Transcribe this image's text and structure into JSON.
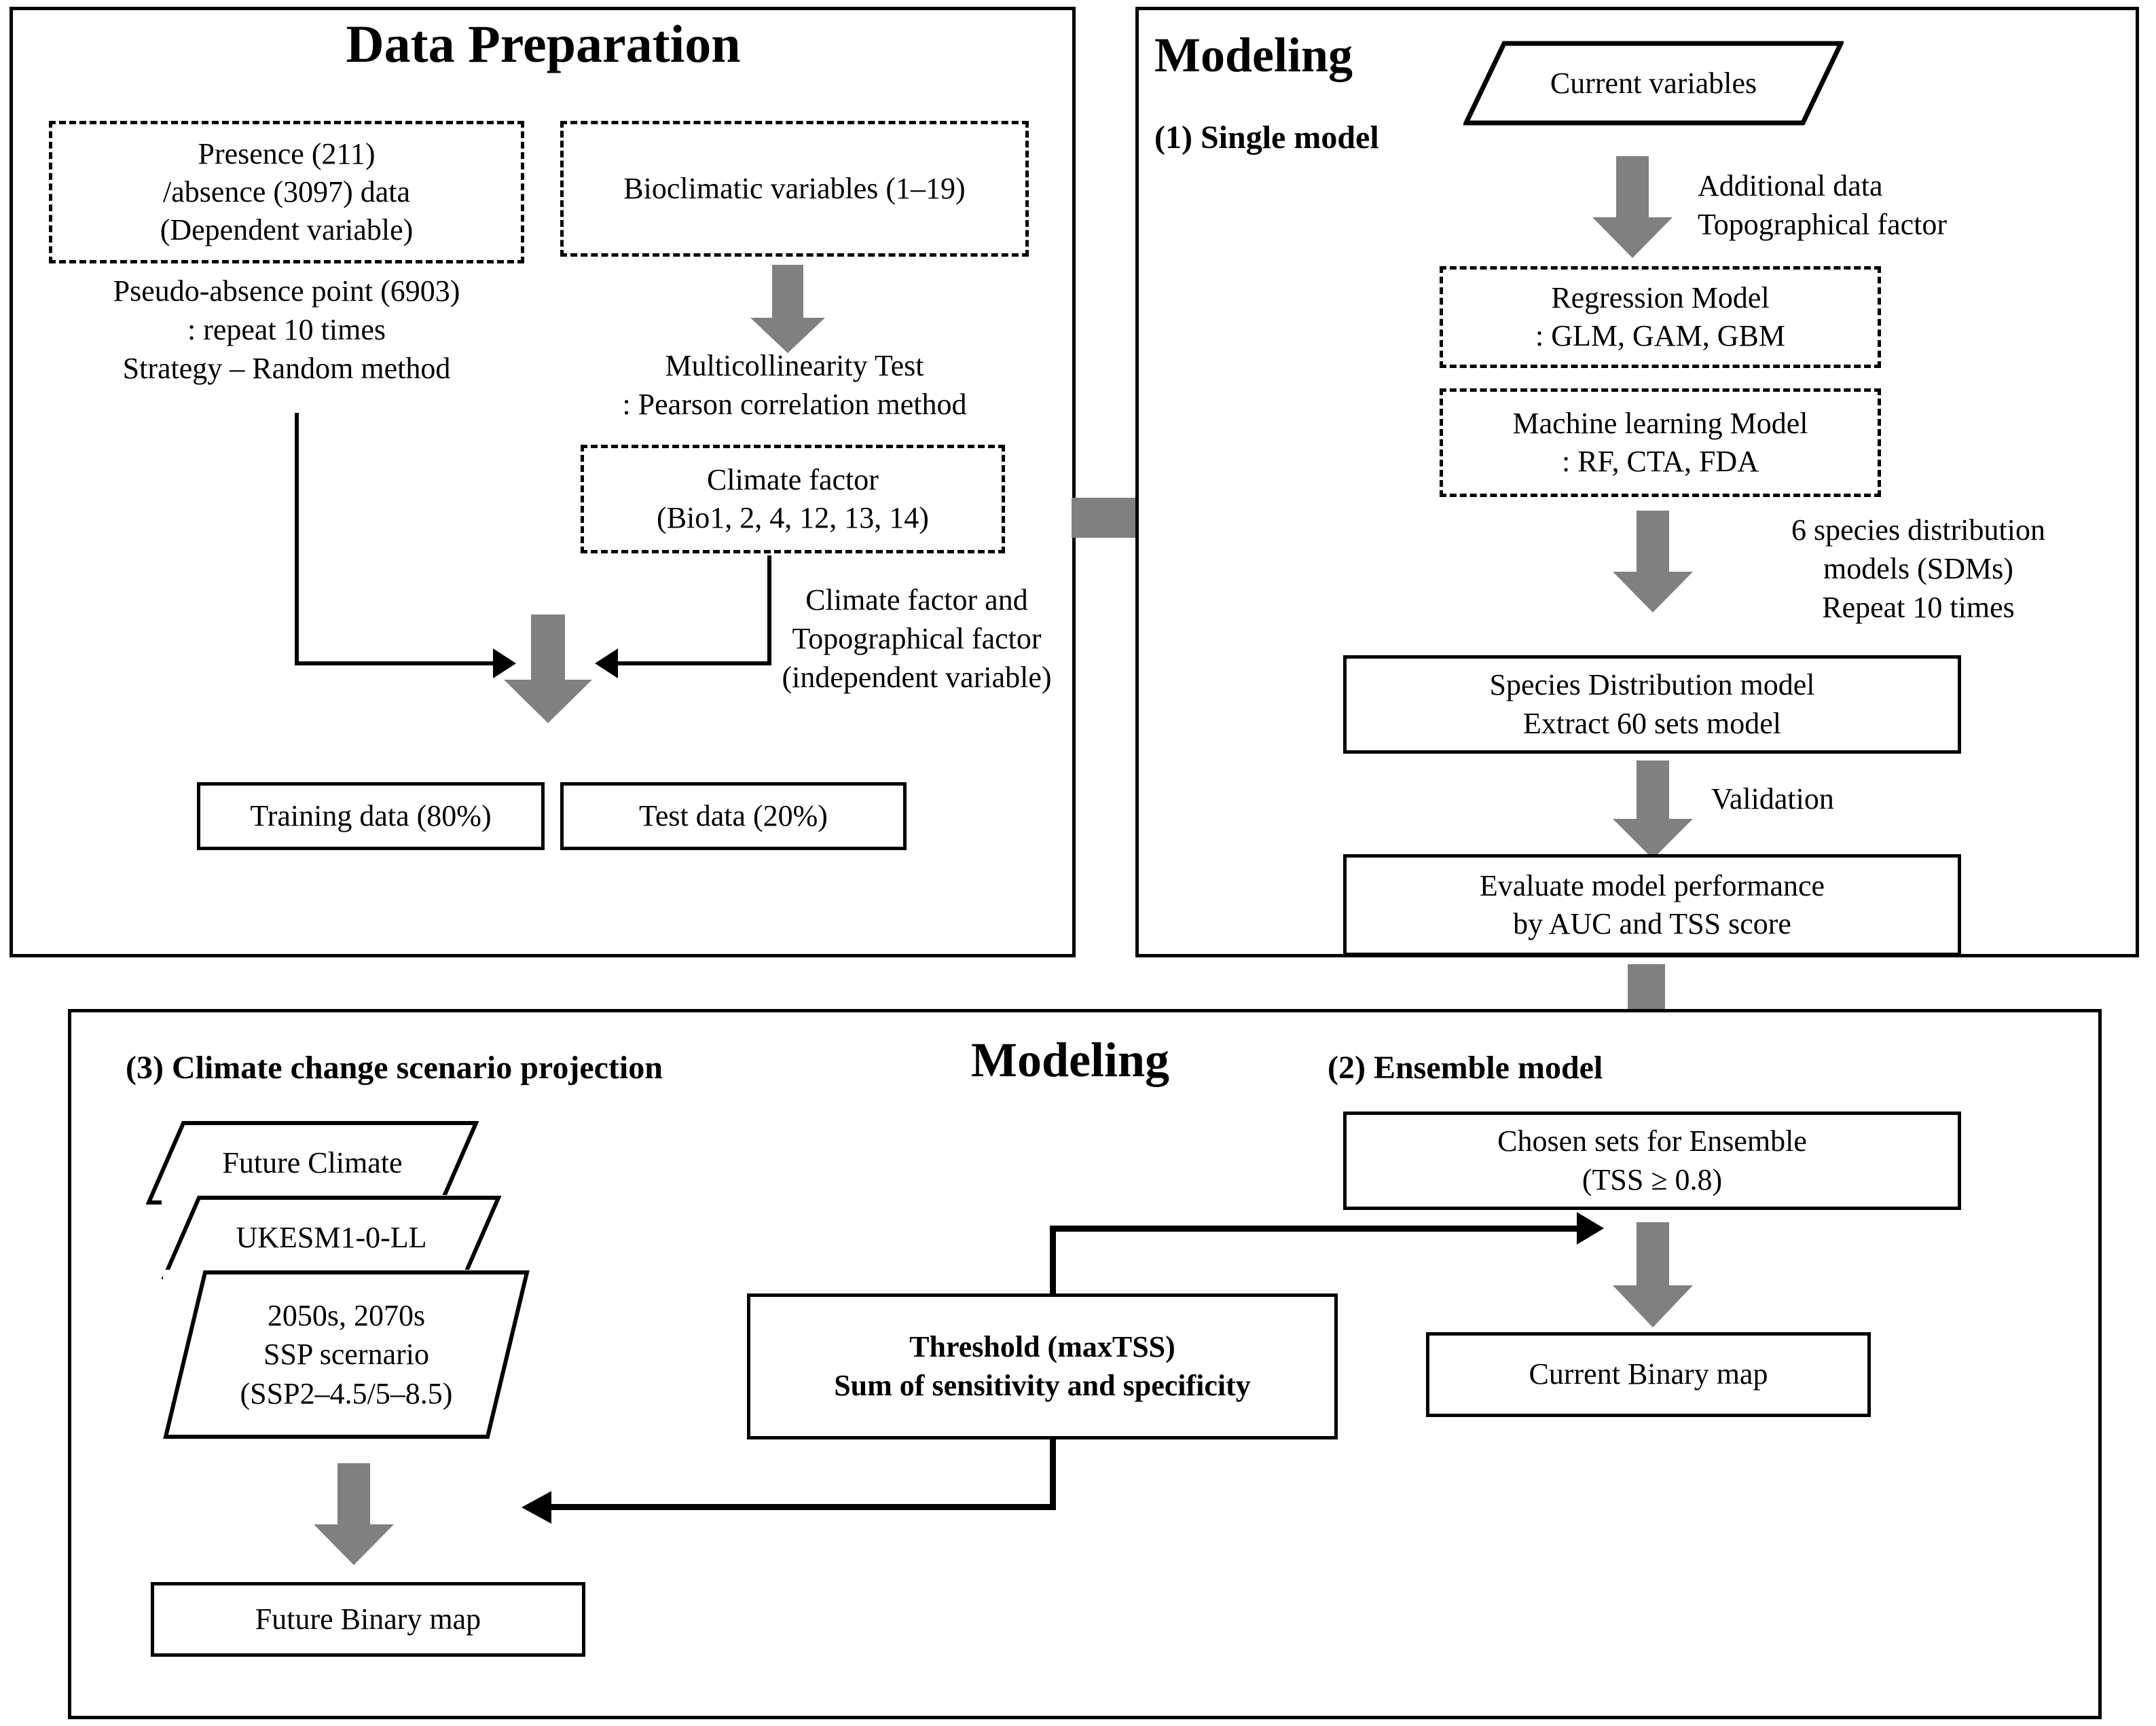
{
  "figure": {
    "type": "flowchart",
    "description": "Species distribution modeling workflow flowchart with three panels"
  },
  "colors": {
    "arrow_gray": "#808080",
    "line_black": "#000000",
    "background": "#ffffff"
  },
  "panels": {
    "data_preparation": {
      "title": "Data Preparation",
      "presence_box": "Presence (211)\n/absence (3097) data\n(Dependent variable)",
      "pseudo_absence_text": "Pseudo-absence point (6903)\n: repeat 10 times\nStrategy – Random method",
      "bioclimatic_box": "Bioclimatic variables (1–19)",
      "multicollinearity_text": "Multicollinearity Test\n: Pearson correlation method",
      "climate_factor_box": "Climate factor\n(Bio1, 2, 4, 12, 13, 14)",
      "independent_variable_text": "Climate factor and\nTopographical factor\n(independent variable)",
      "training_data_box": "Training data (80%)",
      "test_data_box": "Test data (20%)"
    },
    "modeling_single": {
      "title": "Modeling",
      "step_label": "(1) Single model",
      "current_variables": "Current variables",
      "additional_data_text": "Additional data\nTopographical factor",
      "regression_model_box": "Regression Model\n: GLM, GAM, GBM",
      "machine_learning_box": "Machine learning Model\n: RF, CTA, FDA",
      "sdm_count_text": "6 species distribution\nmodels (SDMs)\nRepeat 10 times",
      "species_distribution_box": "Species Distribution model\nExtract 60 sets model",
      "validation_label": "Validation",
      "evaluate_box": "Evaluate model performance\nby AUC and TSS score"
    },
    "modeling_bottom": {
      "title": "Modeling",
      "step3_label": "(3) Climate change scenario projection",
      "step2_label": "(2) Ensemble model",
      "future_climate": "Future Climate",
      "gcm_model": "UKESM1-0-LL",
      "ssp_scenario": "2050s, 2070s\nSSP scernario\n(SSP2–4.5/5–8.5)",
      "threshold_box": "Threshold (maxTSS)\nSum of  sensitivity and specificity",
      "chosen_sets_box": "Chosen sets for Ensemble\n(TSS ≥ 0.8)",
      "current_binary_map_box": "Current Binary map",
      "future_binary_map_box": "Future Binary map"
    }
  },
  "icons": {
    "down_arrow": "down-arrow-icon",
    "right_arrow": "right-arrow-icon"
  }
}
